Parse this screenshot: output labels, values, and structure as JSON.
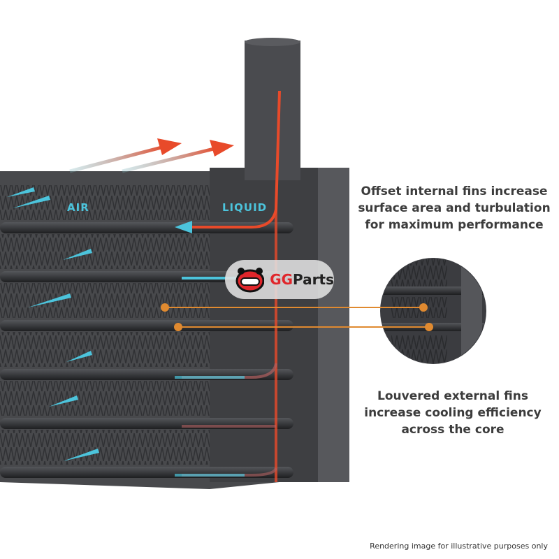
{
  "labels": {
    "air": "AIR",
    "liquid": "LIQUID"
  },
  "logo": {
    "brand_a": "GG",
    "brand_b": "Parts"
  },
  "captions": {
    "top": [
      "Offset internal fins increase",
      "surface area and turbulation",
      "for maximum performance"
    ],
    "bottom": [
      "Louvered external fins",
      "increase cooling efficiency",
      "across the core"
    ]
  },
  "footer": "Rendering image for illustrative purposes only",
  "colors": {
    "air": "#4cc4dc",
    "hot": "#e84a2a",
    "callout": "#e08a30",
    "body": "#3a3b3e"
  }
}
